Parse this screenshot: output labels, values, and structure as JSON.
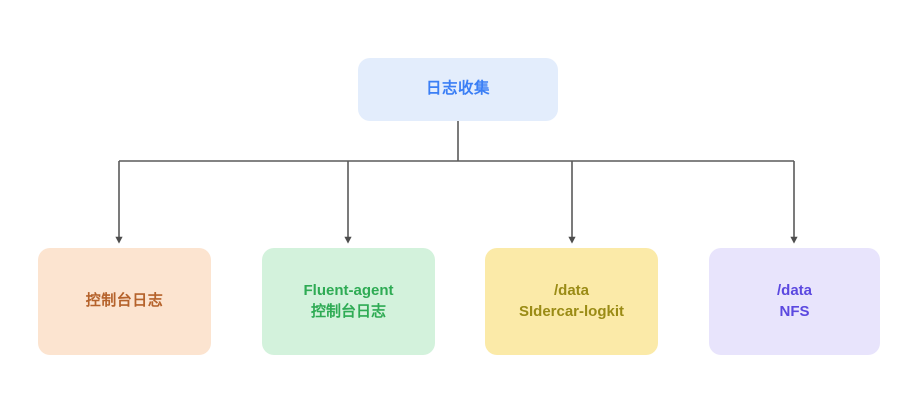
{
  "diagram": {
    "type": "tree",
    "orientation": "top-down",
    "root": {
      "id": "root",
      "label": "日志收集",
      "lines": [
        "日志收集"
      ],
      "fill": "#e3edfc",
      "text_color": "#3b7ff5"
    },
    "children": [
      {
        "id": "console-log",
        "lines": [
          "控制台日志"
        ],
        "line1": "控制台日志",
        "line2": "",
        "fill": "#fce4d0",
        "text_color": "#b5622b"
      },
      {
        "id": "fluent-agent",
        "lines": [
          "Fluent-agent",
          "控制台日志"
        ],
        "line1": "Fluent-agent",
        "line2": "控制台日志",
        "fill": "#d3f2dc",
        "text_color": "#2eab54"
      },
      {
        "id": "sidecar-logkit",
        "lines": [
          "/data",
          "SIdercar-logkit"
        ],
        "line1": "/data",
        "line2": "SIdercar-logkit",
        "fill": "#fbeaa8",
        "text_color": "#9a8b15"
      },
      {
        "id": "nfs",
        "lines": [
          "/data",
          "NFS"
        ],
        "line1": "/data",
        "line2": "NFS",
        "fill": "#e8e4fc",
        "text_color": "#5b48e0"
      }
    ],
    "connector": {
      "color": "#5a5a5a",
      "style": "orthogonal-bus-with-arrowheads",
      "arrow_count": 4
    }
  }
}
